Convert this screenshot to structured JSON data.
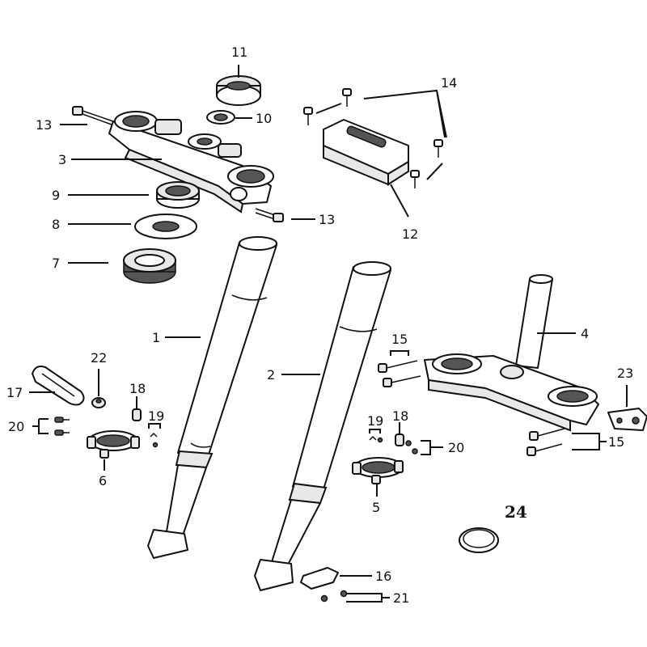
{
  "callouts": {
    "c1": "1",
    "c2": "2",
    "c3": "3",
    "c4": "4",
    "c5": "5",
    "c6": "6",
    "c7": "7",
    "c8": "8",
    "c9": "9",
    "c10": "10",
    "c11": "11",
    "c12": "12",
    "c13a": "13",
    "c13b": "13",
    "c14": "14",
    "c15a": "15",
    "c15b": "15",
    "c16": "16",
    "c17": "17",
    "c18a": "18",
    "c18b": "18",
    "c19a": "19",
    "c19b": "19",
    "c20a": "20",
    "c20b": "20",
    "c21": "21",
    "c22": "22",
    "c23": "23",
    "c24": "24"
  }
}
